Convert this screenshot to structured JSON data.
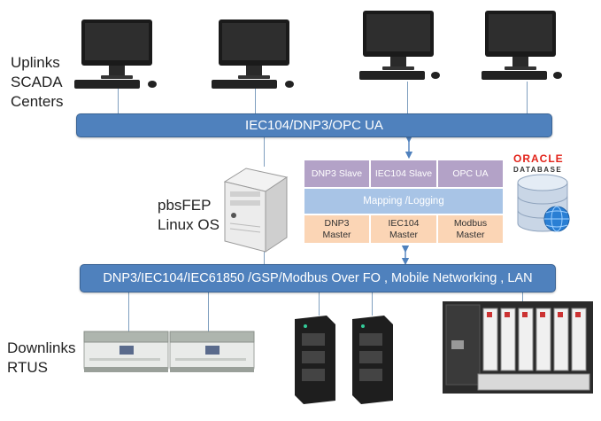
{
  "labels": {
    "uplinks": [
      "Uplinks",
      "SCADA",
      "Centers"
    ],
    "server": [
      "pbsFEP",
      "Linux OS"
    ],
    "downlinks": [
      "Downlinks",
      "RTUS"
    ]
  },
  "buses": {
    "top": "IEC104/DNP3/OPC UA",
    "bottom": "DNP3/IEC104/IEC61850 /GSP/Modbus  Over FO , Mobile Networking , LAN"
  },
  "fep": {
    "slaves": [
      "DNP3 Slave",
      "IEC104 Slave",
      "OPC UA"
    ],
    "mapping": "Mapping  /Logging",
    "masters": [
      [
        "DNP3",
        "Master"
      ],
      [
        "IEC104",
        "Master"
      ],
      [
        "Modbus",
        "Master"
      ]
    ]
  },
  "database": {
    "brand": "ORACLE",
    "subtitle": "DATABASE"
  },
  "colors": {
    "bus": "#4f81bd",
    "slave": "#b3a2c7",
    "mapping": "#a8c4e6",
    "master": "#fbd5b5",
    "oracle_red": "#e2231a"
  }
}
